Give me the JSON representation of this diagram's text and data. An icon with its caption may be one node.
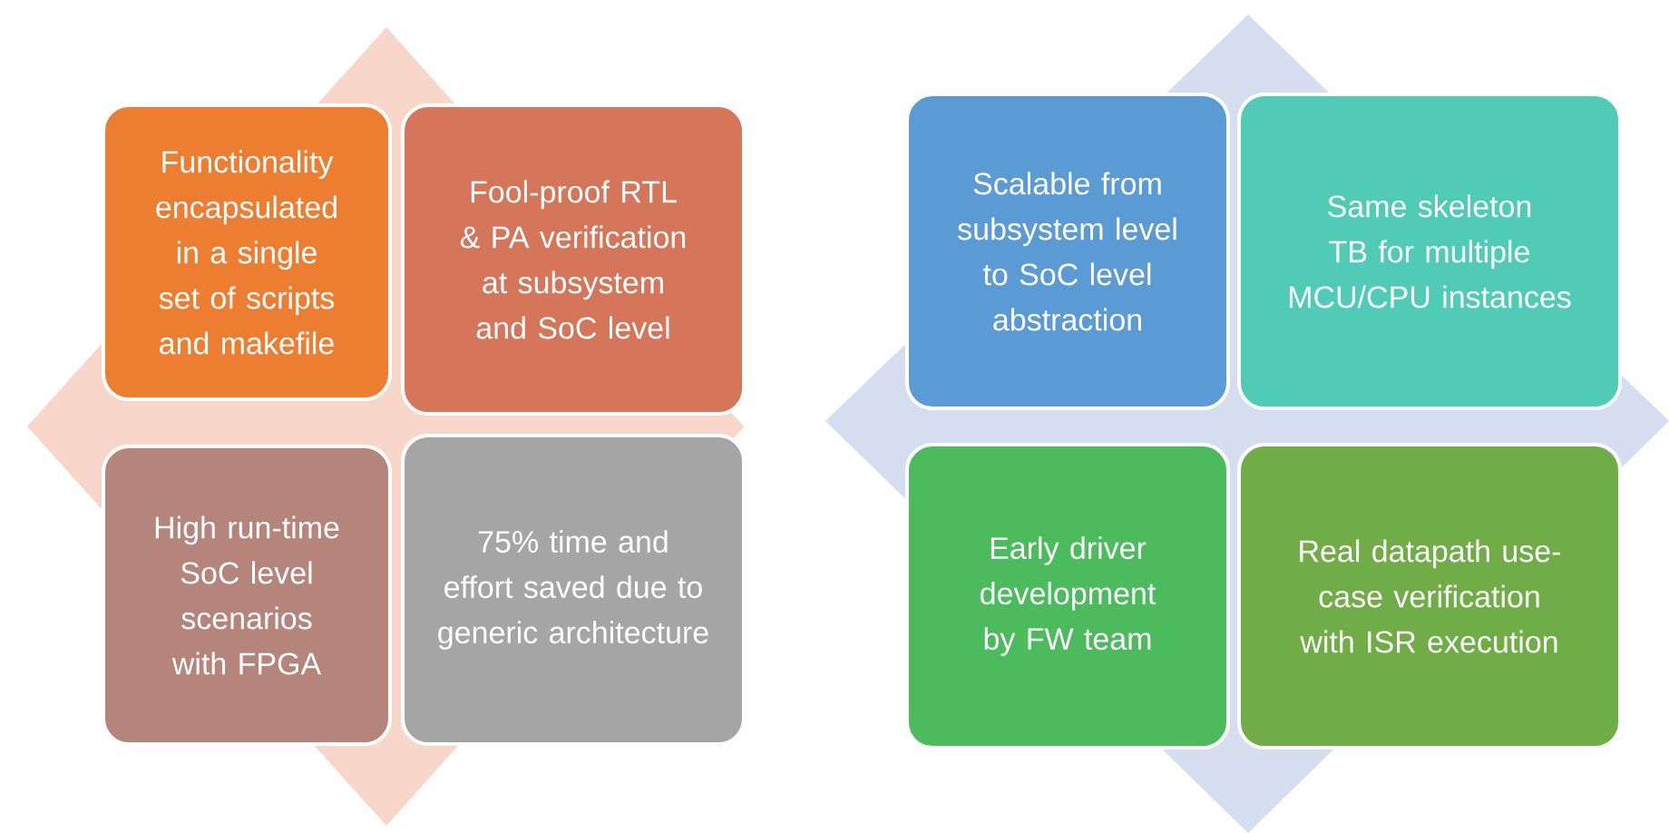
{
  "diagram": {
    "nodes": [
      {
        "text": [
          "Functionality encapsulated in a single set of scripts and makefile"
        ]
      },
      {
        "text": [
          "Fool-proof RTL & PA verification at subsystem and SoC level"
        ]
      },
      {
        "text": [
          "High run-time SoC level scenarios with FPGA"
        ]
      },
      {
        "text": [
          "75% time and effort saved due to generic architecture"
        ]
      },
      {
        "text": [
          "Scalable from subsystem level to SoC level abstraction"
        ]
      },
      {
        "text": [
          "Same skeleton TB for multiple MCU/CPU instances"
        ]
      },
      {
        "text": [
          "Early driver development by FW team"
        ]
      },
      {
        "text": [
          "Real datapath use-case verification with ISR execution"
        ]
      }
    ]
  }
}
